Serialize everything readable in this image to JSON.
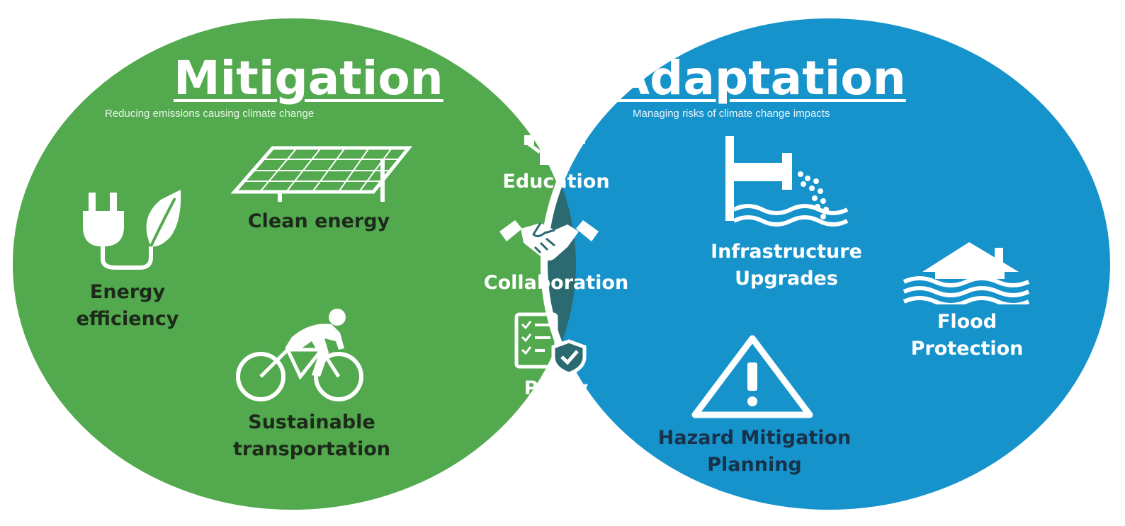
{
  "colors": {
    "mitigation": "#52a94e",
    "adaptation": "#1793cc",
    "overlap": "#2a6a70",
    "outline": "#ffffff"
  },
  "mitigation": {
    "title": "Mitigation",
    "subtitle": "Reducing emissions causing climate change",
    "items": [
      {
        "label": "Clean energy",
        "icon": "solar-panel-icon"
      },
      {
        "label": "Energy\nefficiency",
        "icon": "plug-leaf-icon"
      },
      {
        "label": "Sustainable\ntransportation",
        "icon": "cyclist-icon"
      }
    ]
  },
  "overlap": {
    "items": [
      {
        "label": "Education",
        "icon": "education-icon"
      },
      {
        "label": "Collaboration",
        "icon": "handshake-icon"
      },
      {
        "label": "Policy",
        "icon": "policy-checklist-icon"
      }
    ]
  },
  "adaptation": {
    "title": "Adaptation",
    "subtitle": "Managing risks of climate change impacts",
    "items": [
      {
        "label": "Infrastructure\nUpgrades",
        "icon": "drainage-pipe-icon"
      },
      {
        "label": "Flood\nProtection",
        "icon": "flooded-house-icon"
      },
      {
        "label": "Hazard Mitigation\nPlanning",
        "icon": "warning-triangle-icon"
      }
    ]
  }
}
